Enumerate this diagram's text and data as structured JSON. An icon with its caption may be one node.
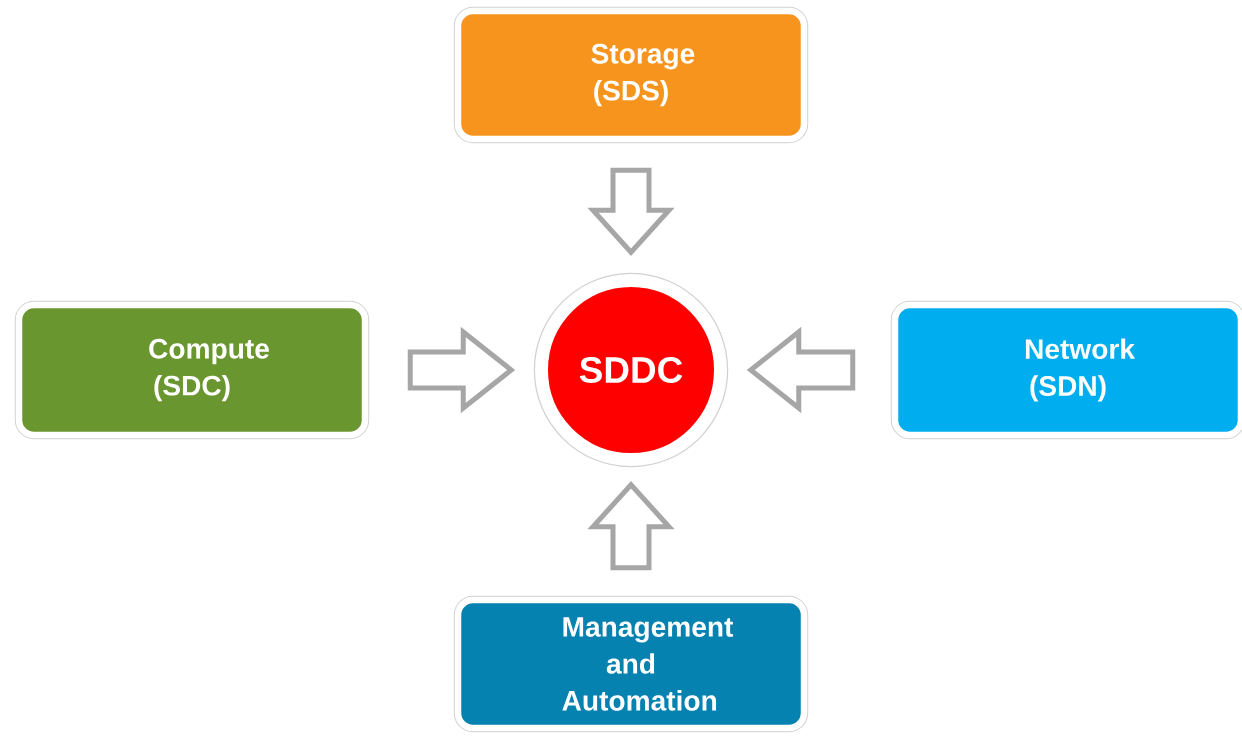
{
  "diagram": {
    "nodes": [
      {
        "text": [
          "Storage (SDS)"
        ]
      },
      {
        "text": [
          "Compute (SDC)"
        ]
      },
      {
        "text": [
          "SDDC"
        ]
      },
      {
        "text": [
          "Network (SDN)"
        ]
      },
      {
        "text": [
          "Management and Automation"
        ]
      }
    ],
    "edges": [
      {
        "from": 0,
        "to": 2,
        "arrow": "to"
      },
      {
        "from": 1,
        "to": 2,
        "arrow": "to"
      },
      {
        "from": 3,
        "to": 2,
        "arrow": "to"
      },
      {
        "from": 4,
        "to": 2,
        "arrow": "to"
      }
    ]
  }
}
